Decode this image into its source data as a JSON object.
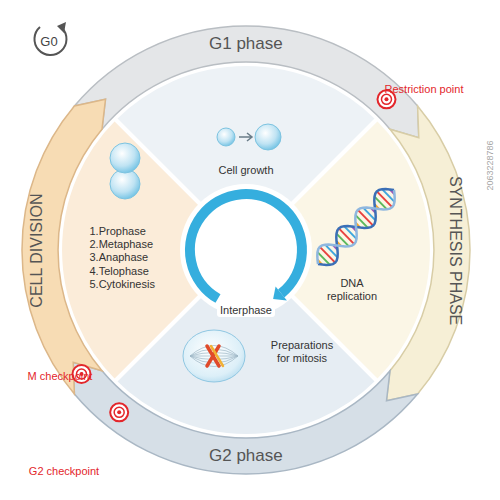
{
  "diagram": {
    "nodes": [
      {
        "text": [
          "G1 phase"
        ]
      },
      {
        "text": [
          "SYNTHESIS PHASE"
        ]
      },
      {
        "text": [
          "G2 phase"
        ]
      },
      {
        "text": [
          "CELL DIVISION"
        ]
      },
      {
        "text": [
          "Cell growth"
        ]
      },
      {
        "text": [
          "DNA replication"
        ]
      },
      {
        "text": [
          "Preparations for mitosis"
        ]
      },
      {
        "text": [
          "1.Prophase",
          "2.Metaphase",
          "3.Anaphase",
          "4.Telophase",
          "5.Cytokinesis"
        ]
      },
      {
        "text": [
          "Interphase"
        ]
      }
    ],
    "labels": [
      "G0",
      "Restriction point",
      "M checkpoint",
      "G2 checkpoint",
      "2063228786"
    ]
  }
}
